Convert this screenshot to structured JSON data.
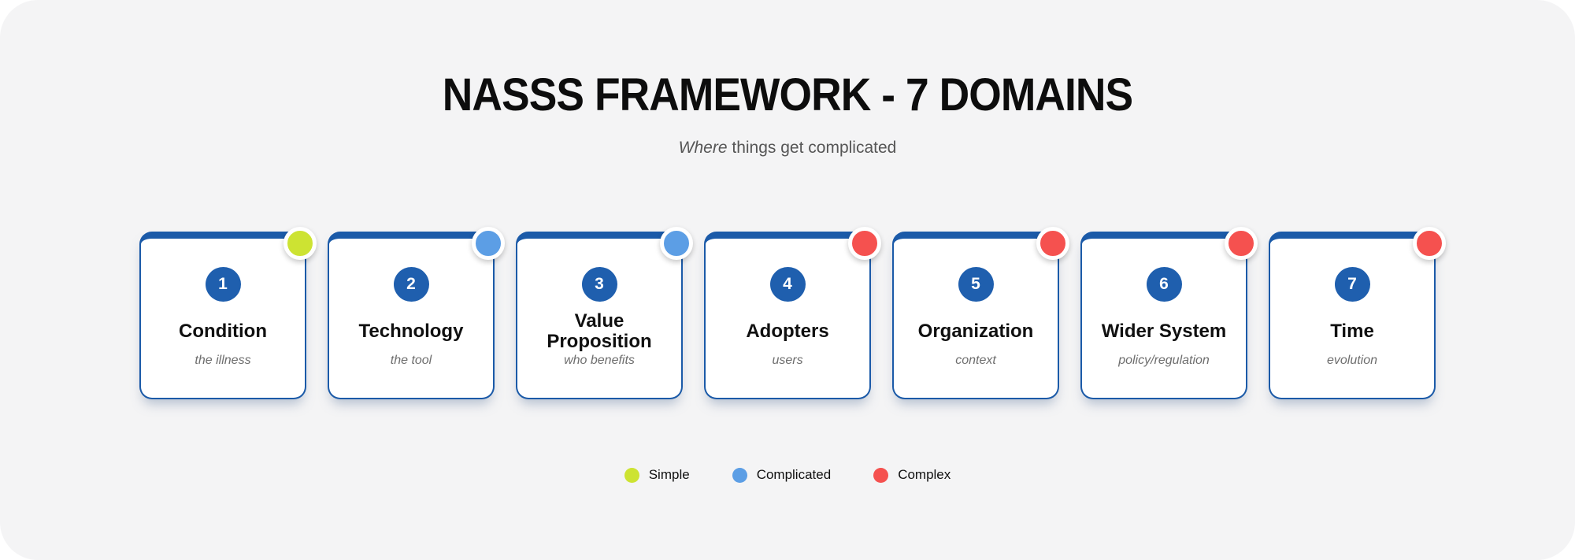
{
  "header": {
    "title": "NASSS FRAMEWORK - 7 DOMAINS",
    "subtitle_em": "Where",
    "subtitle_rest": " things get complicated"
  },
  "colors": {
    "simple": "#cde332",
    "complicated": "#5c9ee5",
    "complex": "#f5514f",
    "card_blue": "#1b5aa8",
    "number_blue": "#1f5fae"
  },
  "cards": [
    {
      "number": "1",
      "title": "Condition",
      "subtitle": "the illness",
      "complexity": "simple"
    },
    {
      "number": "2",
      "title": "Technology",
      "subtitle": "the tool",
      "complexity": "complicated"
    },
    {
      "number": "3",
      "title": "Value Proposition",
      "subtitle": "who benefits",
      "complexity": "complicated"
    },
    {
      "number": "4",
      "title": "Adopters",
      "subtitle": "users",
      "complexity": "complex"
    },
    {
      "number": "5",
      "title": "Organization",
      "subtitle": "context",
      "complexity": "complex"
    },
    {
      "number": "6",
      "title": "Wider System",
      "subtitle": "policy/regulation",
      "complexity": "complex"
    },
    {
      "number": "7",
      "title": "Time",
      "subtitle": "evolution",
      "complexity": "complex"
    }
  ],
  "legend": {
    "items": [
      {
        "label": "Simple",
        "complexity": "simple"
      },
      {
        "label": "Complicated",
        "complexity": "complicated"
      },
      {
        "label": "Complex",
        "complexity": "complex"
      }
    ]
  }
}
